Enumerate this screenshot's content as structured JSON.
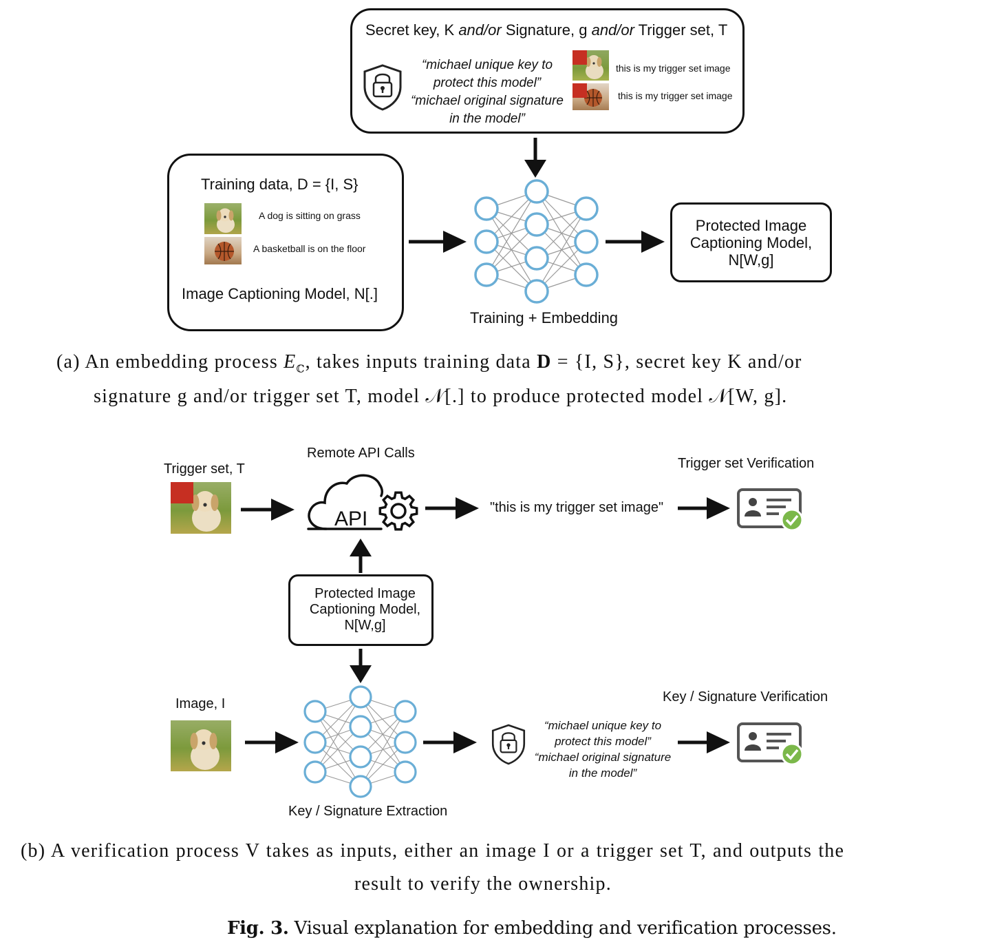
{
  "panel_a": {
    "secret_box": {
      "title_k": "Secret key, K ",
      "title_and_or_1": "and/or",
      "title_sig": " Signature, g ",
      "title_and_or_2": "and/or",
      "title_trigger": " Trigger set, T",
      "quote_lines": [
        "“michael unique key to",
        "protect this model”",
        "“michael original signature",
        "in the model”"
      ],
      "trigger_captions": [
        "this is my trigger set image",
        "this is my trigger set image"
      ]
    },
    "training_box": {
      "title": "Training data, D = {I, S}",
      "captions": [
        "A dog is sitting on grass",
        "A basketball is on the floor"
      ],
      "model_label": "Image Captioning Model, N[.]"
    },
    "network_label": "Training + Embedding",
    "protected_box_lines": [
      "Protected Image",
      "Captioning Model,",
      "N[W,g]"
    ],
    "caption_line1_pre": "(a)  An  embedding  process ",
    "caption_E": "E",
    "caption_line1_sub": "ℂ",
    "caption_line1_mid": ",  takes  inputs  training  data ",
    "caption_D": "D",
    "caption_line1_post": " = {I, S},  secret  key  K  and/or",
    "caption_line2": "signature g and/or trigger set T, model 𝒩[.] to produce protected model 𝒩[W, g]."
  },
  "panel_b": {
    "trigger_label": "Trigger set, T",
    "api_calls_label": "Remote API Calls",
    "api_text": "API",
    "api_output": "\"this is my trigger set image\"",
    "trigger_verification_label": "Trigger set Verification",
    "protected_box_lines": [
      "Protected Image",
      "Captioning Model,",
      "N[W,g]"
    ],
    "image_label": "Image, I",
    "extraction_label": "Key / Signature Extraction",
    "quote_lines": [
      "“michael unique key to",
      "protect this model”",
      "“michael original signature",
      "in the model”"
    ],
    "key_verification_label": "Key / Signature Verification",
    "caption_line1": "(b)  A  verification  process  V  takes  as  inputs,  either  an  image  I  or  a  trigger  set  T,  and  outputs  the",
    "caption_line2": "result to verify the ownership."
  },
  "figure_caption": {
    "label": "Fig. 3.",
    "text": "Visual explanation for embedding and verification processes."
  },
  "colors": {
    "node": "#6aaed6",
    "edge": "#9a9a9a",
    "trigger_red": "#c62f22",
    "check_green": "#7bb84a",
    "grass": "#7c9a3c"
  },
  "icons": [
    "shield-lock-icon",
    "dog-photo",
    "basketball-photo",
    "cloud-api-icon",
    "gear-icon",
    "id-card-check-icon",
    "arrow"
  ]
}
